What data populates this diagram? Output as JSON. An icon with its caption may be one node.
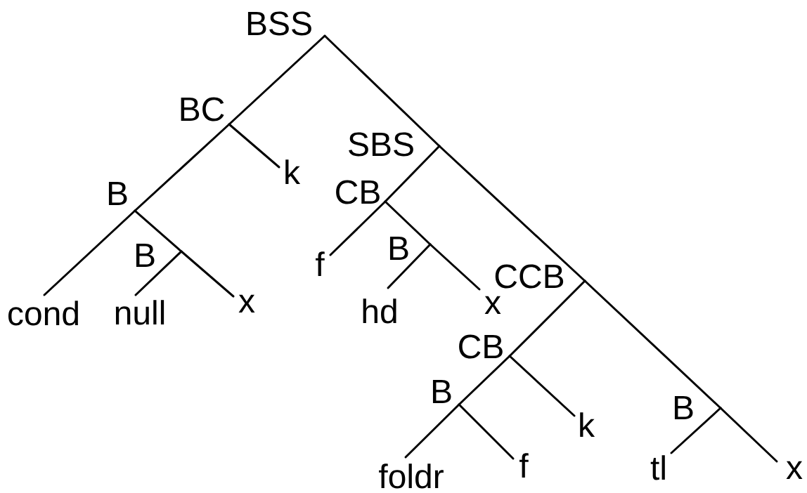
{
  "diagram": {
    "nodes": [
      {
        "text": [
          "BSS"
        ]
      },
      {
        "text": [
          "BC"
        ]
      },
      {
        "text": [
          "B"
        ]
      },
      {
        "text": [
          "cond"
        ]
      },
      {
        "text": [
          "B"
        ]
      },
      {
        "text": [
          "null"
        ]
      },
      {
        "text": [
          "x"
        ]
      },
      {
        "text": [
          "k"
        ]
      },
      {
        "text": [
          "SBS"
        ]
      },
      {
        "text": [
          "CB"
        ]
      },
      {
        "text": [
          "f"
        ]
      },
      {
        "text": [
          "B"
        ]
      },
      {
        "text": [
          "hd"
        ]
      },
      {
        "text": [
          "x"
        ]
      },
      {
        "text": [
          "CCB"
        ]
      },
      {
        "text": [
          "CB"
        ]
      },
      {
        "text": [
          "B"
        ]
      },
      {
        "text": [
          "foldr"
        ]
      },
      {
        "text": [
          "f"
        ]
      },
      {
        "text": [
          "k"
        ]
      },
      {
        "text": [
          "B"
        ]
      },
      {
        "text": [
          "tl"
        ]
      },
      {
        "text": [
          "x"
        ]
      }
    ],
    "edges": [
      {
        "from": 0,
        "to": 1,
        "arrow": "none"
      },
      {
        "from": 1,
        "to": 2,
        "arrow": "none"
      },
      {
        "from": 2,
        "to": 3,
        "arrow": "none"
      },
      {
        "from": 2,
        "to": 4,
        "arrow": "none"
      },
      {
        "from": 4,
        "to": 5,
        "arrow": "none"
      },
      {
        "from": 4,
        "to": 6,
        "arrow": "none"
      },
      {
        "from": 1,
        "to": 7,
        "arrow": "none"
      },
      {
        "from": 0,
        "to": 8,
        "arrow": "none"
      },
      {
        "from": 8,
        "to": 9,
        "arrow": "none"
      },
      {
        "from": 9,
        "to": 10,
        "arrow": "none"
      },
      {
        "from": 9,
        "to": 11,
        "arrow": "none"
      },
      {
        "from": 11,
        "to": 12,
        "arrow": "none"
      },
      {
        "from": 11,
        "to": 13,
        "arrow": "none"
      },
      {
        "from": 8,
        "to": 14,
        "arrow": "none"
      },
      {
        "from": 14,
        "to": 15,
        "arrow": "none"
      },
      {
        "from": 15,
        "to": 16,
        "arrow": "none"
      },
      {
        "from": 16,
        "to": 17,
        "arrow": "none"
      },
      {
        "from": 16,
        "to": 18,
        "arrow": "none"
      },
      {
        "from": 15,
        "to": 19,
        "arrow": "none"
      },
      {
        "from": 14,
        "to": 20,
        "arrow": "none"
      },
      {
        "from": 20,
        "to": 21,
        "arrow": "none"
      },
      {
        "from": 20,
        "to": 22,
        "arrow": "none"
      }
    ]
  }
}
